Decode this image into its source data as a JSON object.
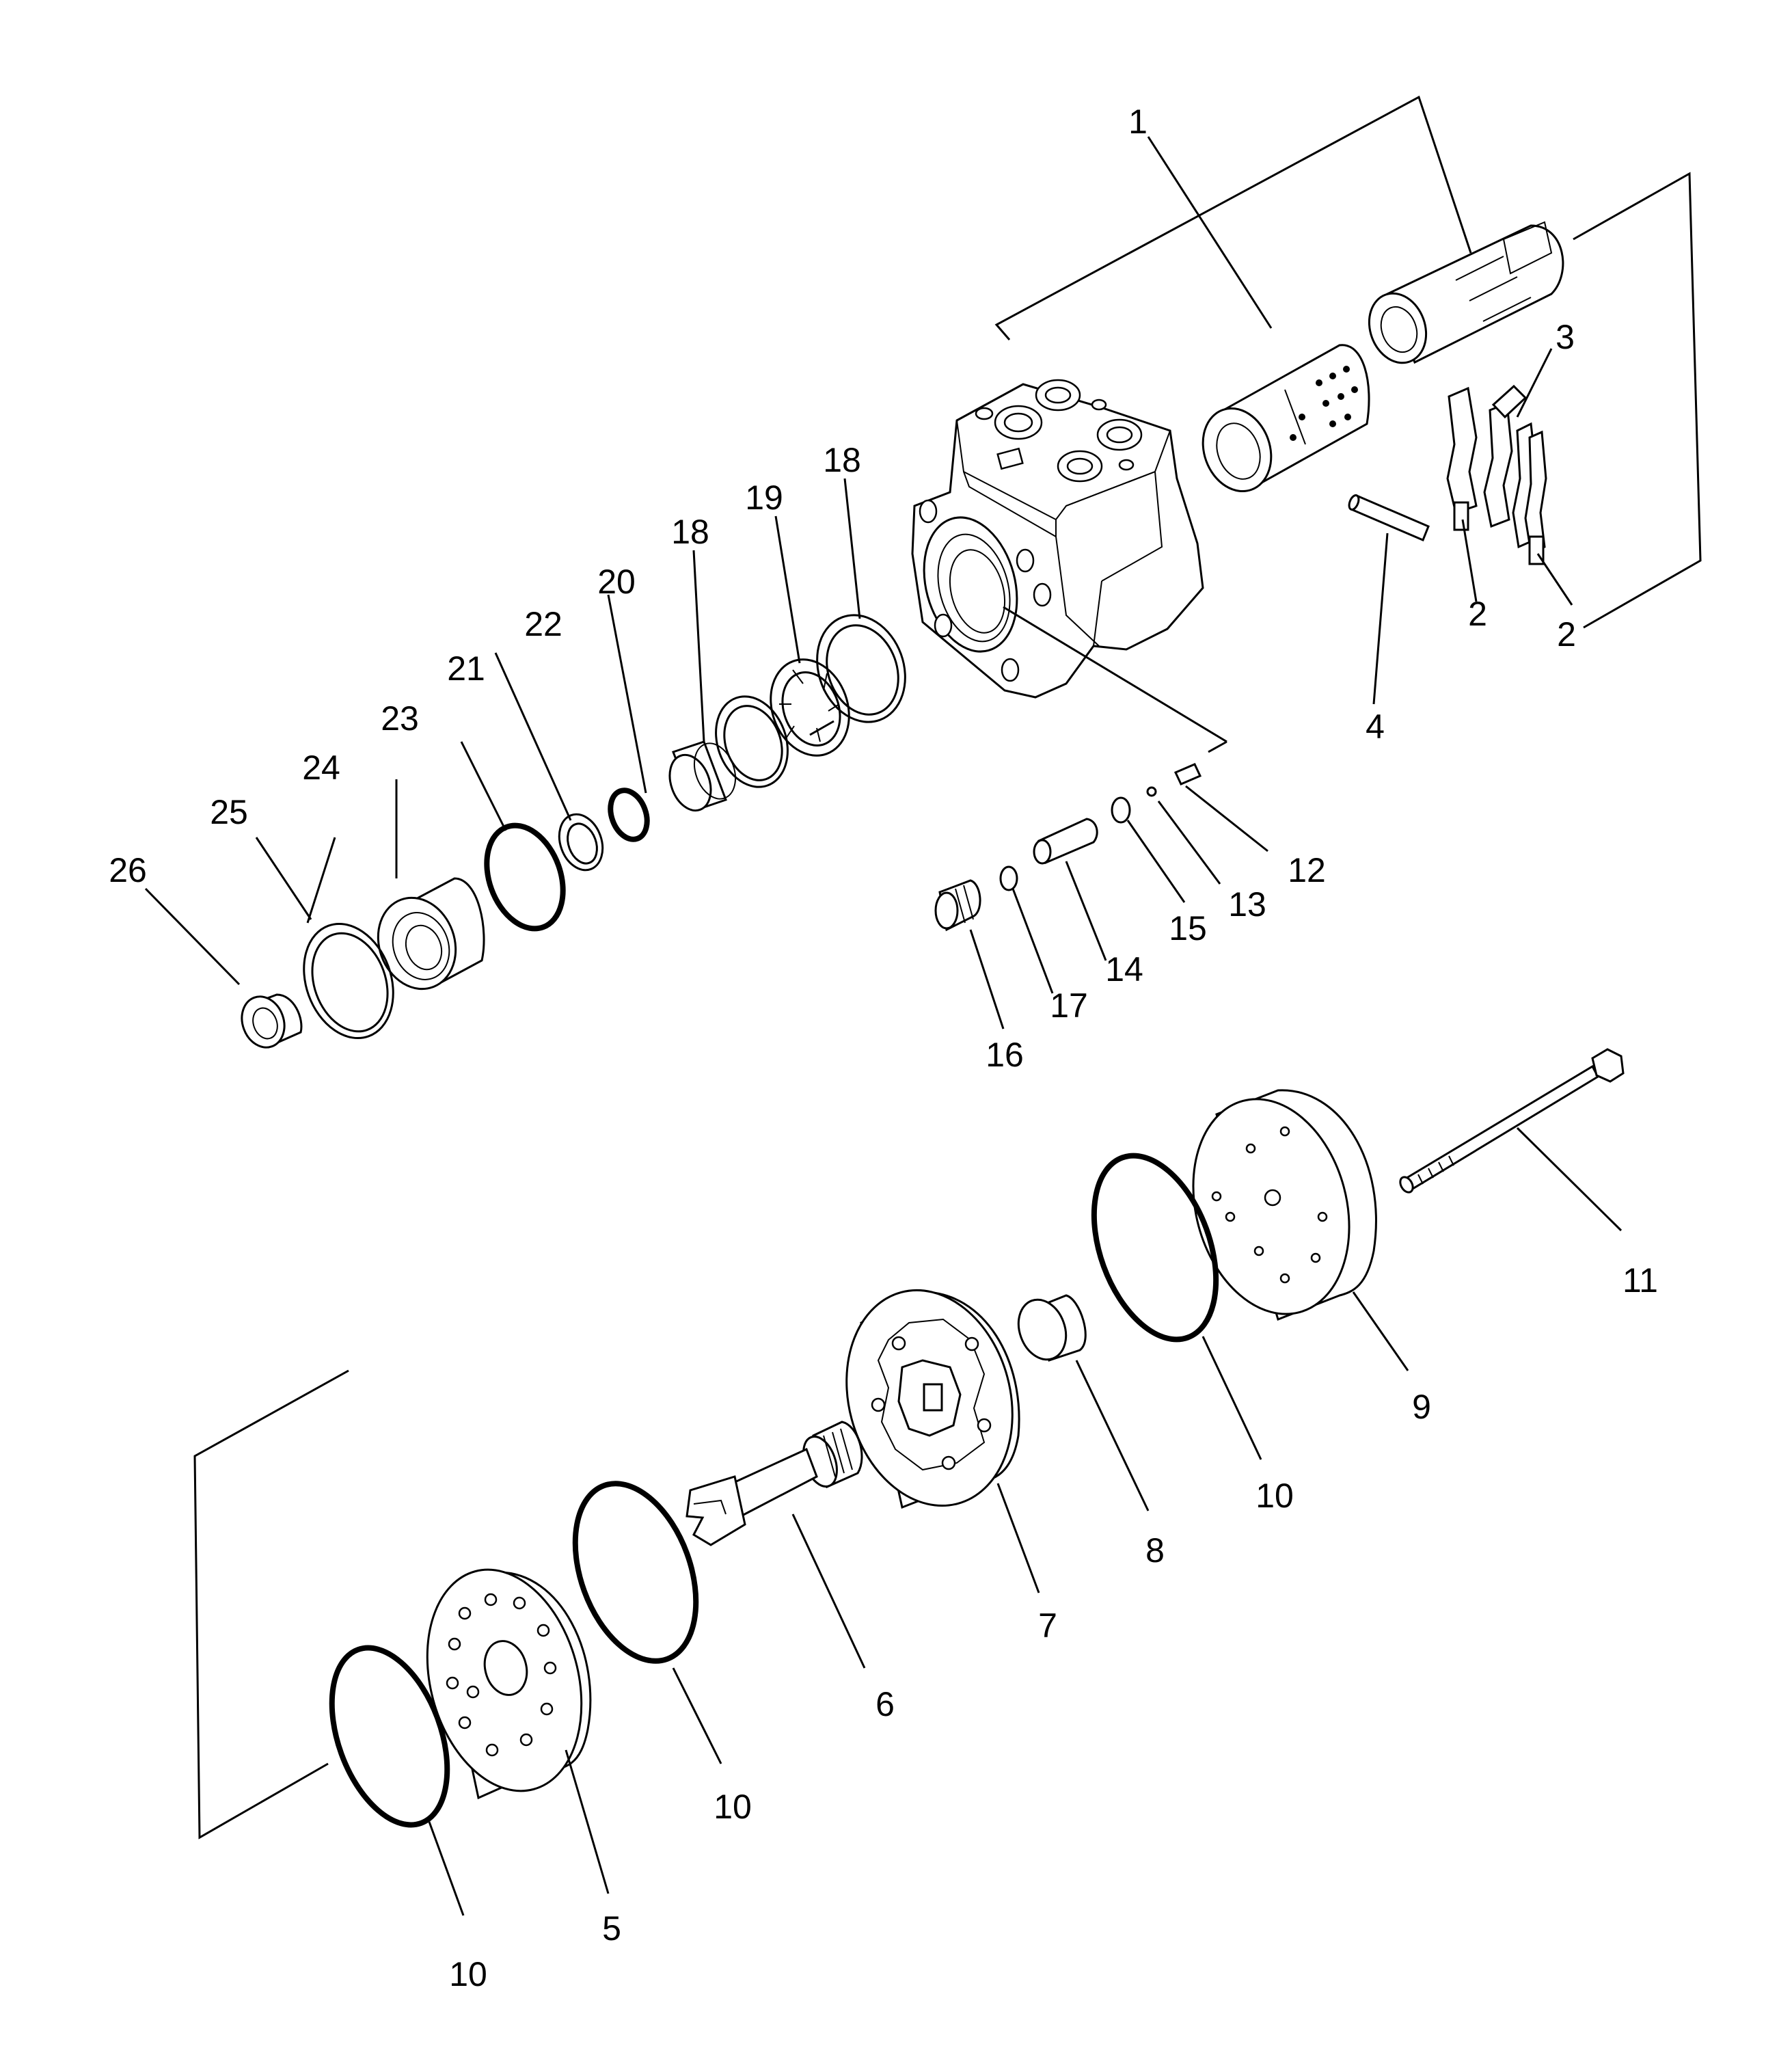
{
  "labels": {
    "l1": "1",
    "l2a": "2",
    "l2b": "2",
    "l3": "3",
    "l4": "4",
    "l5": "5",
    "l6": "6",
    "l7": "7",
    "l8": "8",
    "l9": "9",
    "l10a": "10",
    "l10b": "10",
    "l10c": "10",
    "l11": "11",
    "l12": "12",
    "l13": "13",
    "l14": "14",
    "l15": "15",
    "l16": "16",
    "l17": "17",
    "l18a": "18",
    "l18b": "18",
    "l19": "19",
    "l20": "20",
    "l21": "21",
    "l22": "22",
    "l23": "23",
    "l24": "24",
    "l25": "25",
    "l26": "26"
  }
}
